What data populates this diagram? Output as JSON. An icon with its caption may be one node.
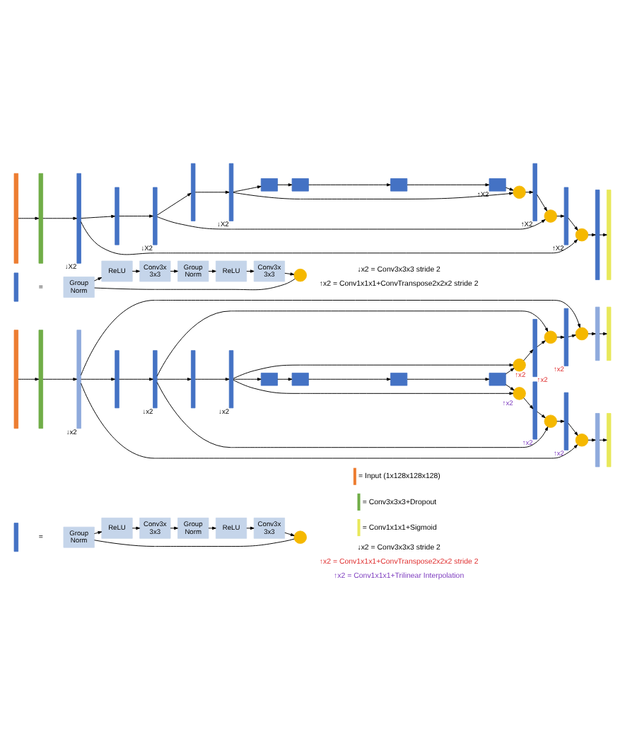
{
  "diagram": {
    "nodes": [
      {
        "text": [],
        "shape": "bar"
      },
      {
        "text": [],
        "shape": "bar"
      },
      {
        "text": [],
        "shape": "bar",
        "beside": [
          "↓X2"
        ]
      },
      {
        "text": [],
        "shape": "bar"
      },
      {
        "text": [],
        "shape": "bar",
        "beside": [
          "↓X2"
        ]
      },
      {
        "text": [],
        "shape": "bar"
      },
      {
        "text": [],
        "shape": "bar",
        "beside": [
          "↓X2"
        ]
      },
      {
        "text": [],
        "shape": "box"
      },
      {
        "text": [],
        "shape": "box"
      },
      {
        "text": [],
        "shape": "box"
      },
      {
        "text": [],
        "shape": "box",
        "beside": [
          "↑X2"
        ]
      },
      {
        "text": [],
        "shape": "circle"
      },
      {
        "text": [],
        "shape": "bar",
        "beside": [
          "↑X2"
        ]
      },
      {
        "text": [],
        "shape": "circle"
      },
      {
        "text": [],
        "shape": "bar",
        "beside": [
          "↑X2"
        ]
      },
      {
        "text": [],
        "shape": "circle"
      },
      {
        "text": [],
        "shape": "bar"
      },
      {
        "text": [],
        "shape": "bar"
      },
      {
        "text": [],
        "shape": "bar"
      },
      {
        "text": [
          "Group Norm"
        ]
      },
      {
        "text": [
          "ReLU"
        ]
      },
      {
        "text": [
          "Conv3x 3x3"
        ]
      },
      {
        "text": [
          "Group Norm"
        ]
      },
      {
        "text": [
          "ReLU"
        ]
      },
      {
        "text": [
          "Conv3x 3x3"
        ]
      },
      {
        "text": [],
        "shape": "circle"
      },
      {
        "text": [],
        "shape": "bar"
      },
      {
        "text": [],
        "shape": "bar"
      },
      {
        "text": [],
        "shape": "bar",
        "beside": [
          "↓x2"
        ]
      },
      {
        "text": [],
        "shape": "bar"
      },
      {
        "text": [],
        "shape": "bar",
        "beside": [
          "↓x2"
        ]
      },
      {
        "text": [],
        "shape": "bar"
      },
      {
        "text": [],
        "shape": "bar",
        "beside": [
          "↓x2"
        ]
      },
      {
        "text": [],
        "shape": "box"
      },
      {
        "text": [],
        "shape": "box"
      },
      {
        "text": [],
        "shape": "box"
      },
      {
        "text": [],
        "shape": "box"
      },
      {
        "text": [],
        "shape": "circle",
        "beside": [
          "↑x2"
        ]
      },
      {
        "text": [],
        "shape": "bar",
        "beside": [
          "↑x2"
        ]
      },
      {
        "text": [],
        "shape": "circle"
      },
      {
        "text": [],
        "shape": "bar",
        "beside": [
          "↑x2"
        ]
      },
      {
        "text": [],
        "shape": "circle"
      },
      {
        "text": [],
        "shape": "bar"
      },
      {
        "text": [],
        "shape": "bar"
      },
      {
        "text": [],
        "shape": "circle",
        "beside": [
          "↑x2"
        ]
      },
      {
        "text": [],
        "shape": "bar",
        "beside": [
          "↑x2"
        ]
      },
      {
        "text": [],
        "shape": "circle"
      },
      {
        "text": [],
        "shape": "bar",
        "beside": [
          "↑x2"
        ]
      },
      {
        "text": [],
        "shape": "circle"
      },
      {
        "text": [],
        "shape": "bar"
      },
      {
        "text": [],
        "shape": "bar"
      },
      {
        "text": [],
        "shape": "bar"
      },
      {
        "text": [
          "Group Norm"
        ]
      },
      {
        "text": [
          "ReLU"
        ]
      },
      {
        "text": [
          "Conv3x 3x3"
        ]
      },
      {
        "text": [
          "Group Norm"
        ]
      },
      {
        "text": [
          "ReLU"
        ]
      },
      {
        "text": [
          "Conv3x 3x3"
        ]
      },
      {
        "text": [],
        "shape": "circle"
      }
    ],
    "edges": [
      {
        "from": 0,
        "to": 1,
        "arrow": "to"
      },
      {
        "from": 1,
        "to": 2,
        "arrow": "to"
      },
      {
        "from": 2,
        "to": 3,
        "arrow": "to"
      },
      {
        "from": 3,
        "to": 4,
        "arrow": "to"
      },
      {
        "from": 4,
        "to": 5,
        "arrow": "to"
      },
      {
        "from": 5,
        "to": 6,
        "arrow": "to"
      },
      {
        "from": 6,
        "to": 7,
        "arrow": "to"
      },
      {
        "from": 7,
        "to": 8,
        "arrow": "to"
      },
      {
        "from": 8,
        "to": 9,
        "arrow": "to"
      },
      {
        "from": 9,
        "to": 10,
        "arrow": "to"
      },
      {
        "from": 10,
        "to": 11,
        "arrow": "to"
      },
      {
        "from": 6,
        "to": 11,
        "arrow": "to"
      },
      {
        "from": 11,
        "to": 12,
        "arrow": "to"
      },
      {
        "from": 12,
        "to": 13,
        "arrow": "to"
      },
      {
        "from": 4,
        "to": 13,
        "arrow": "to"
      },
      {
        "from": 13,
        "to": 14,
        "arrow": "to"
      },
      {
        "from": 14,
        "to": 15,
        "arrow": "to"
      },
      {
        "from": 2,
        "to": 15,
        "arrow": "to"
      },
      {
        "from": 15,
        "to": 16,
        "arrow": "to"
      },
      {
        "from": 16,
        "to": 17,
        "arrow": "to"
      },
      {
        "from": 19,
        "to": 20,
        "arrow": "to"
      },
      {
        "from": 20,
        "to": 21,
        "arrow": "to"
      },
      {
        "from": 21,
        "to": 22,
        "arrow": "to"
      },
      {
        "from": 22,
        "to": 23,
        "arrow": "to"
      },
      {
        "from": 23,
        "to": 24,
        "arrow": "to"
      },
      {
        "from": 24,
        "to": 25,
        "arrow": "to"
      },
      {
        "from": 19,
        "to": 25,
        "arrow": "none"
      },
      {
        "from": 26,
        "to": 27,
        "arrow": "to"
      },
      {
        "from": 27,
        "to": 28,
        "arrow": "to"
      },
      {
        "from": 28,
        "to": 29,
        "arrow": "to"
      },
      {
        "from": 29,
        "to": 30,
        "arrow": "to"
      },
      {
        "from": 30,
        "to": 31,
        "arrow": "to"
      },
      {
        "from": 31,
        "to": 32,
        "arrow": "to"
      },
      {
        "from": 32,
        "to": 33,
        "arrow": "to"
      },
      {
        "from": 33,
        "to": 34,
        "arrow": "to"
      },
      {
        "from": 34,
        "to": 35,
        "arrow": "to"
      },
      {
        "from": 35,
        "to": 36,
        "arrow": "to"
      },
      {
        "from": 36,
        "to": 37,
        "arrow": "to"
      },
      {
        "from": 36,
        "to": 44,
        "arrow": "to"
      },
      {
        "from": 32,
        "to": 37,
        "arrow": "to"
      },
      {
        "from": 32,
        "to": 44,
        "arrow": "to"
      },
      {
        "from": 37,
        "to": 38,
        "arrow": "to"
      },
      {
        "from": 38,
        "to": 39,
        "arrow": "to"
      },
      {
        "from": 30,
        "to": 39,
        "arrow": "to"
      },
      {
        "from": 39,
        "to": 40,
        "arrow": "to"
      },
      {
        "from": 40,
        "to": 41,
        "arrow": "to"
      },
      {
        "from": 28,
        "to": 41,
        "arrow": "to"
      },
      {
        "from": 41,
        "to": 42,
        "arrow": "to"
      },
      {
        "from": 42,
        "to": 43,
        "arrow": "to"
      },
      {
        "from": 44,
        "to": 45,
        "arrow": "to"
      },
      {
        "from": 45,
        "to": 46,
        "arrow": "to"
      },
      {
        "from": 30,
        "to": 46,
        "arrow": "to"
      },
      {
        "from": 46,
        "to": 47,
        "arrow": "to"
      },
      {
        "from": 47,
        "to": 48,
        "arrow": "to"
      },
      {
        "from": 28,
        "to": 48,
        "arrow": "to"
      },
      {
        "from": 48,
        "to": 49,
        "arrow": "to"
      },
      {
        "from": 49,
        "to": 50,
        "arrow": "to"
      },
      {
        "from": 52,
        "to": 53,
        "arrow": "to"
      },
      {
        "from": 53,
        "to": 54,
        "arrow": "to"
      },
      {
        "from": 54,
        "to": 55,
        "arrow": "to"
      },
      {
        "from": 55,
        "to": 56,
        "arrow": "to"
      },
      {
        "from": 56,
        "to": 57,
        "arrow": "to"
      },
      {
        "from": 57,
        "to": 58,
        "arrow": "to"
      },
      {
        "from": 52,
        "to": 58,
        "arrow": "none"
      }
    ],
    "labels": [
      "=",
      "↓x2 = Conv3x3x3 stride 2",
      "↑x2 = Conv1x1x1+ConvTranspose2x2x2 stride 2",
      "=",
      "↓x2 = Conv3x3x3 stride 2",
      "↑x2 = Conv1x1x1+ConvTranspose2x2x2 stride 2",
      "↑x2 = Conv1x1x1+Trilinear Interpolation"
    ],
    "legend": [
      {
        "text": "= Input (1x128x128x128)",
        "color": "#ed7d31"
      },
      {
        "text": "= Conv3x3x3+Dropout",
        "color": "#70ad47"
      },
      {
        "text": "= Conv1x1x1+Sigmoid",
        "color": "#e8e85a"
      }
    ]
  }
}
